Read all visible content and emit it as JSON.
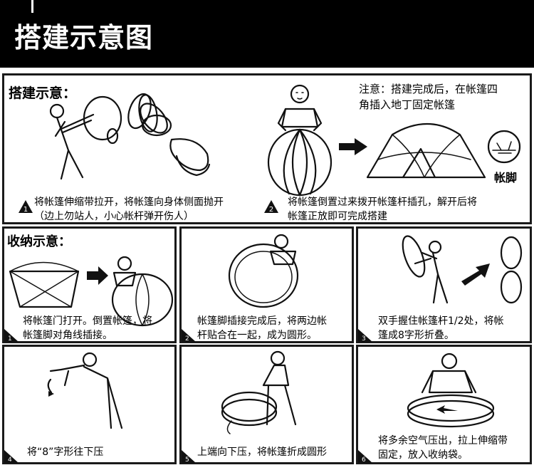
{
  "header": {
    "title": "搭建示意图"
  },
  "setup": {
    "title": "搭建示意：",
    "note_line1": "注意：搭建完成后，在帐篷四",
    "note_line2": "角插入地丁固定帐篷",
    "foot_label": "帐脚",
    "step1": {
      "num": "1",
      "line1": "将帐篷伸缩带拉开，将帐篷向身体侧面抛开",
      "line2": "（边上勿站人，小心帐杆弹开伤人）"
    },
    "step2": {
      "num": "2",
      "line1": "将帐篷倒置过来拨开帐篷杆插孔，解开后将",
      "line2": "帐篷正放即可完成搭建"
    }
  },
  "takedown": {
    "title": "收纳示意：",
    "steps": [
      {
        "num": "1",
        "line1": "将帐篷门打开。倒置帐篷，将",
        "line2": "帐篷脚对角线插接。"
      },
      {
        "num": "2",
        "line1": "帐篷脚插接完成后，将两边帐",
        "line2": "杆贴合在一起，成为圆形。"
      },
      {
        "num": "3",
        "line1": "双手握住帐篷杆1/2处，将帐",
        "line2": "篷成8字形折叠。"
      },
      {
        "num": "4",
        "line1": "将“8”字形往下压",
        "line2": ""
      },
      {
        "num": "5",
        "line1": "上端向下压，将帐篷折成圆形",
        "line2": ""
      },
      {
        "num": "6",
        "line1": "将多余空气压出，拉上伸缩带",
        "line2": "固定，放入收纳袋。"
      }
    ]
  }
}
